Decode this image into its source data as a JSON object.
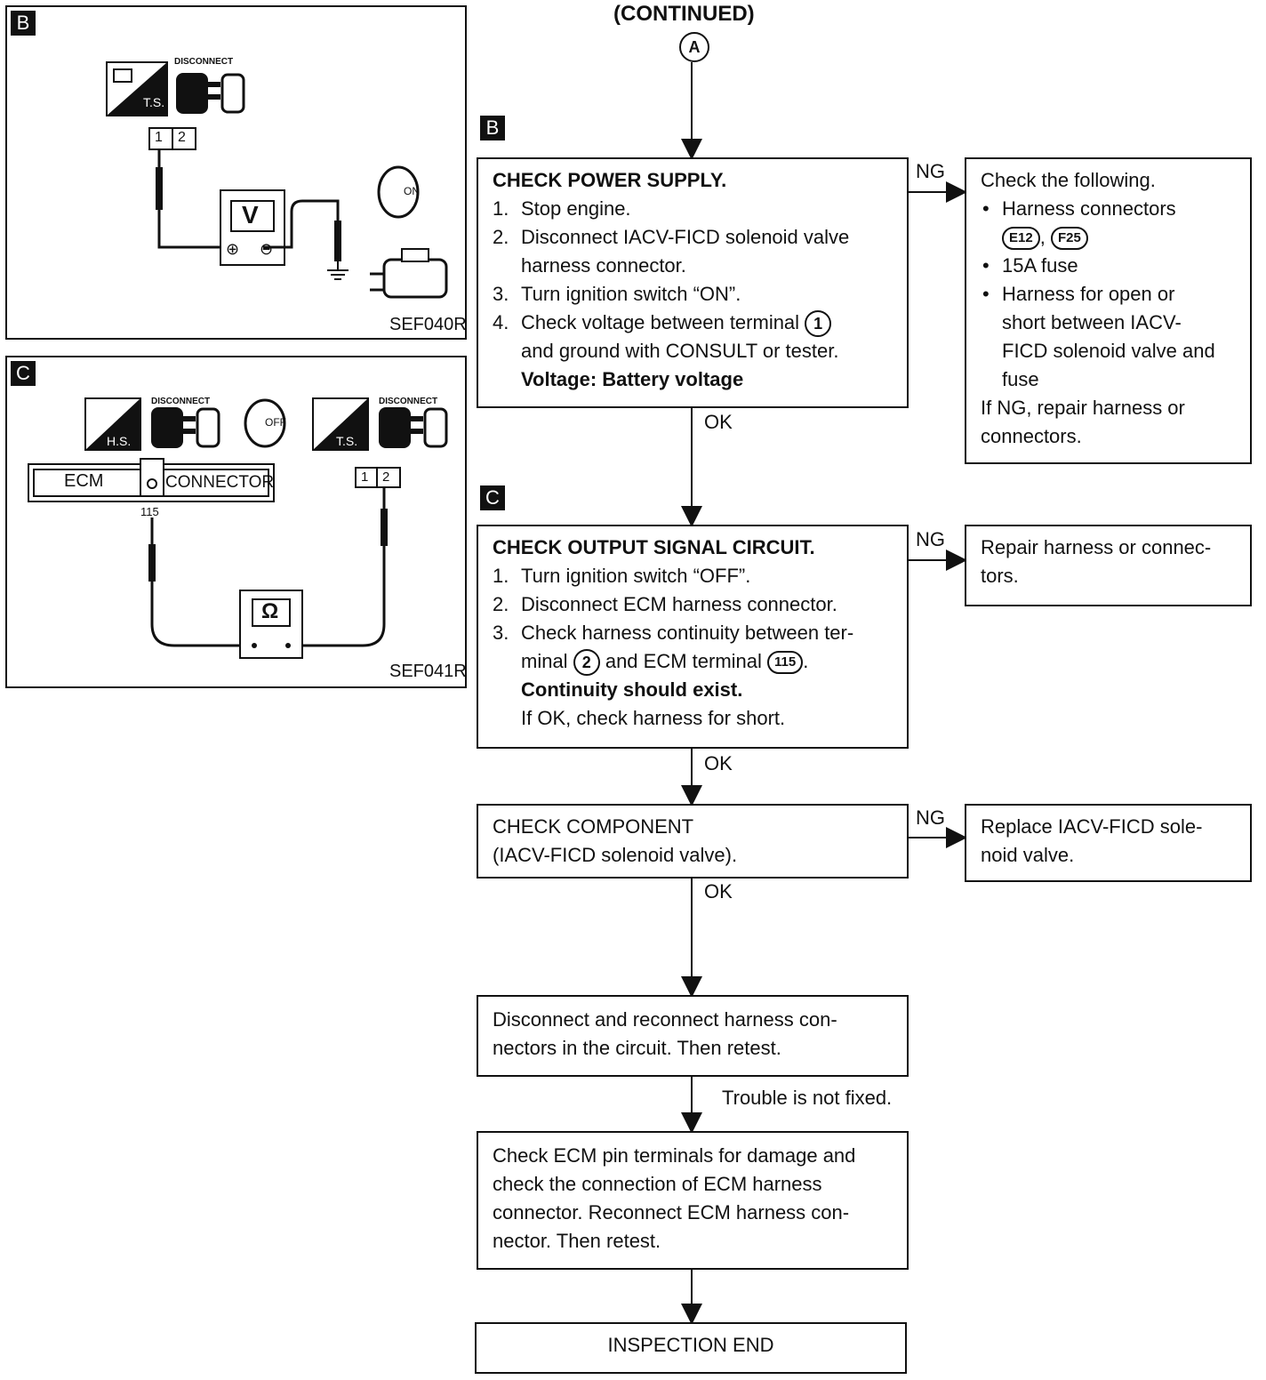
{
  "title": "(CONTINUED)",
  "connector_a": "A",
  "diagram_b": {
    "tag": "B",
    "ts_label": "T.S.",
    "disconnect_label": "DISCONNECT",
    "connector_pins": [
      "1",
      "2"
    ],
    "meter_label": "V",
    "meter_plus": "⊕",
    "meter_minus": "⊖",
    "key_label": "ON",
    "code": "SEF040R"
  },
  "diagram_c": {
    "tag": "C",
    "hs_label": "H.S.",
    "ts_label": "T.S.",
    "disconnect_label": "DISCONNECT",
    "key_label": "OFF",
    "ecm_label": "ECM",
    "connector_label": "CONNECTOR",
    "pin_label": "115",
    "connector_pins": [
      "1",
      "2"
    ],
    "meter_label": "Ω",
    "code": "SEF041R"
  },
  "flow": {
    "step_b_tag": "B",
    "step_c_tag": "C",
    "power_supply": {
      "heading": "CHECK POWER SUPPLY.",
      "steps": [
        {
          "n": "1.",
          "text": "Stop engine."
        },
        {
          "n": "2.",
          "text": "Disconnect IACV-FICD solenoid valve"
        },
        {
          "n": "",
          "text": "harness connector."
        },
        {
          "n": "3.",
          "text": "Turn ignition switch “ON”."
        },
        {
          "n": "4.",
          "text": "Check voltage between terminal"
        },
        {
          "n": "",
          "text": "and ground with CONSULT or tester."
        }
      ],
      "terminal": "1",
      "spec": "Voltage: Battery voltage"
    },
    "power_ng": {
      "intro": "Check the following.",
      "b1": "Harness connectors",
      "conn1": "E12",
      "comma": ",",
      "conn2": "F25",
      "b2": "15A fuse",
      "b3_lines": [
        "Harness for open or",
        "short between IACV-",
        "FICD solenoid valve and",
        "fuse"
      ],
      "outro_lines": [
        "If NG, repair harness or",
        "connectors."
      ]
    },
    "output_signal": {
      "heading": "CHECK OUTPUT SIGNAL CIRCUIT.",
      "s1": "Turn ignition switch “OFF”.",
      "s2": "Disconnect ECM harness connector.",
      "s3a": "Check harness continuity between ter-",
      "s3b_pre": "minal",
      "s3b_term": "2",
      "s3b_mid": "and ECM terminal",
      "s3b_pin": "115",
      "s3b_end": ".",
      "spec": "Continuity should exist.",
      "note": "If OK, check harness for short.",
      "n1": "1.",
      "n2": "2.",
      "n3": "3."
    },
    "output_ng": [
      "Repair harness or connec-",
      "tors."
    ],
    "component": [
      "CHECK COMPONENT",
      "(IACV-FICD solenoid valve)."
    ],
    "component_ng": [
      "Replace IACV-FICD sole-",
      "noid valve."
    ],
    "reconnect": [
      "Disconnect and reconnect harness con-",
      "nectors in the circuit. Then retest."
    ],
    "trouble": "Trouble is not fixed.",
    "ecm_check": [
      "Check ECM pin terminals for damage and",
      "check the connection of ECM harness",
      "connector. Reconnect ECM harness con-",
      "nector. Then retest."
    ],
    "end": "INSPECTION END",
    "ng": "NG",
    "ok": "OK"
  }
}
